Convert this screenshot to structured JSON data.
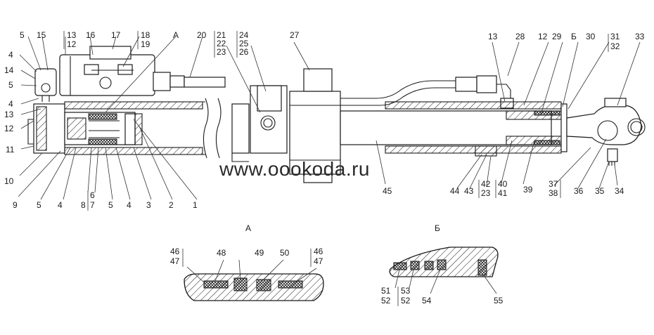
{
  "watermark": "www.oookoda.ru",
  "views": {
    "detail_a": "А",
    "detail_b": "Б"
  },
  "main_labels": {
    "top": [
      "5",
      "15",
      "13",
      "12",
      "16",
      "17",
      "18",
      "19",
      "А",
      "20",
      "21",
      "22",
      "23",
      "24",
      "25",
      "26",
      "27",
      "13",
      "28",
      "12",
      "29",
      "Б",
      "30",
      "31",
      "32",
      "33"
    ],
    "left": [
      "4",
      "14",
      "5",
      "4",
      "13",
      "12",
      "11",
      "10"
    ],
    "bottom_left": [
      "9",
      "5",
      "4",
      "8",
      "7",
      "6",
      "5",
      "4",
      "3",
      "2",
      "1"
    ],
    "bottom_right": [
      "45",
      "44",
      "43",
      "42",
      "23",
      "40",
      "41",
      "39",
      "37",
      "38",
      "36",
      "35",
      "34"
    ]
  },
  "detail_a_labels": [
    "46",
    "47",
    "48",
    "49",
    "50",
    "46",
    "47"
  ],
  "detail_b_labels": [
    "51",
    "52",
    "53",
    "52",
    "54",
    "55"
  ]
}
